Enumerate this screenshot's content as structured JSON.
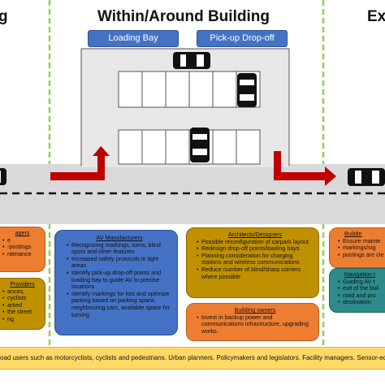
{
  "headers": {
    "left_partial": "g",
    "center": "Within/Around Building",
    "right_partial": "Ex"
  },
  "labels": {
    "loading_bay": "Loading Bay",
    "pickup_dropoff": "Pick-up Drop-off"
  },
  "colors": {
    "green_divider": "#92d050",
    "label_blue": "#4472c4",
    "card_blue": "#4472c4",
    "card_orange": "#ed7d31",
    "card_olive": "#bf9000",
    "card_teal": "#2e8b8b",
    "arrow_red": "#c00000",
    "footer_yellow": "#ffd966"
  },
  "cards": {
    "left_top": {
      "title": "agers",
      "items": [
        "e",
        "-postings",
        "ntenance"
      ]
    },
    "left_bottom": {
      "title": "Providers",
      "items": [
        "ances,",
        "cyclists",
        "arked",
        "the street",
        "ng"
      ]
    },
    "av_manufacturers": {
      "title": "AV Manufacturers",
      "items": [
        "Recognizing markings, turns, blind spots and other features",
        "Increased safety protocols in tight areas",
        "Identify pick-up drop-off points and loading bay to guide AV to precise locations",
        "Identify markings for lots and optimize parking based on parking space, neighbouring cars, available space for turning"
      ]
    },
    "architects": {
      "title": "Architects/Designers",
      "items": [
        "Possible reconfiguration of carpark layout",
        "Redesign drop-off points/loading bays",
        "Planning consideration for charging stations and wireless communications",
        "Reduce number of blind/sharp corners where possible"
      ]
    },
    "building_owners": {
      "title": "Building owners",
      "items": [
        "Invest in backup power and communications infrastructure, upgrading works."
      ]
    },
    "right_top": {
      "title": "Buildin",
      "items": [
        "Ensure mainte",
        "markings/sig",
        "postings are cle"
      ]
    },
    "right_bottom": {
      "title": "Navigation t",
      "items": [
        "Guiding AV t",
        "exit of the buil",
        "road and pro",
        "destination"
      ]
    }
  },
  "footer": {
    "text": "oad users such as motorcyclists, cyclists and pedestrians. Urban planners. Policymakers and legislators. Facility managers. Sensor-equipm"
  }
}
